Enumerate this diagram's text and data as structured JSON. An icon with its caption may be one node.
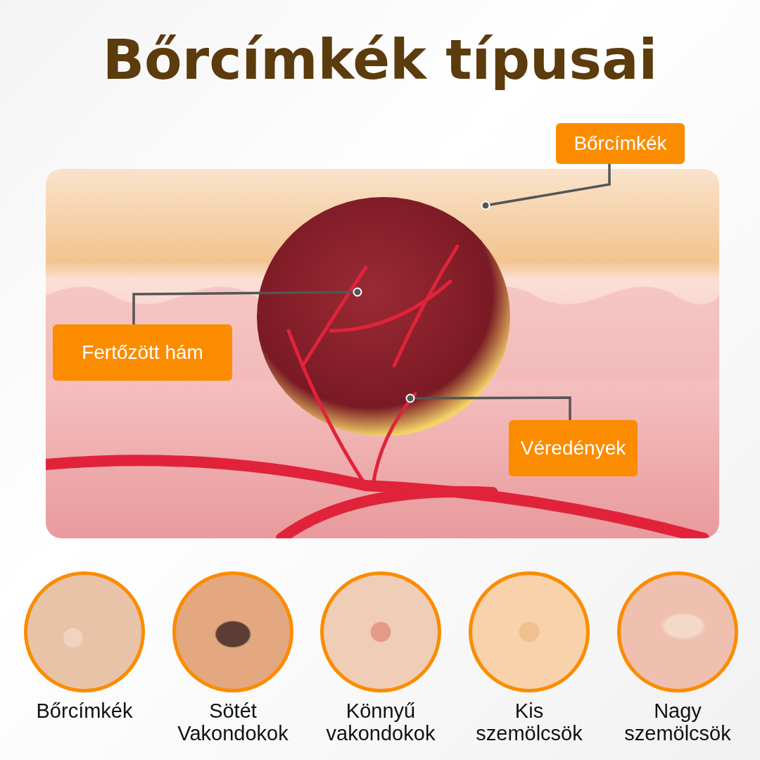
{
  "diagram": {
    "title": "Bőrcímkék típusai",
    "nodes": [
      {
        "text": [
          "Bőrcímkék"
        ]
      },
      {
        "text": [
          "Fertőzött hám"
        ]
      },
      {
        "text": [
          "Véredények"
        ]
      },
      {
        "text": [
          "Bőrcímkék"
        ]
      },
      {
        "text": [
          "Sötét Vakondokok"
        ]
      },
      {
        "text": [
          "Könnyű vakondokok"
        ]
      },
      {
        "text": [
          "Kis szemölcsök"
        ]
      },
      {
        "text": [
          "Nagy szemölcsök"
        ]
      }
    ],
    "edges": [
      {
        "from": 0,
        "to": null,
        "arrow": "other"
      },
      {
        "from": 1,
        "to": null,
        "arrow": "other"
      },
      {
        "from": 2,
        "to": null,
        "arrow": "other"
      }
    ]
  }
}
